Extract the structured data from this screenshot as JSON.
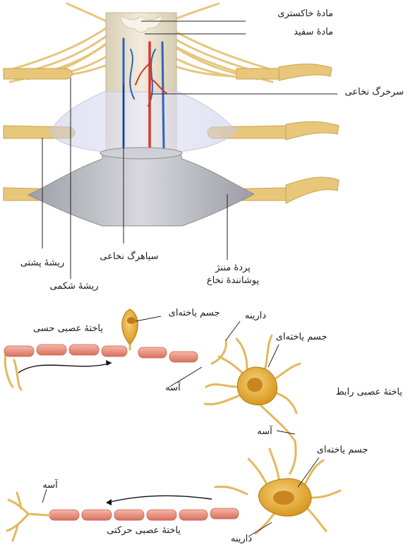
{
  "spinal_cord": {
    "gray_matter": "مادهٔ خاکستری",
    "white_matter": "مادهٔ سفید",
    "spinal_artery": "سرخرگ نخاعی",
    "dorsal_root": "ریشهٔ پشتی",
    "ventral_root": "ریشهٔ شکمی",
    "spinal_vein": "سیاهرگ نخاعی",
    "meninges_line1": "پردهٔ مننژ",
    "meninges_line2": "پوشانندهٔ نخاع"
  },
  "reflex_arc": {
    "sensory_cell_body": "جسم یاخته‌ای",
    "sensory_neuron": "یاختهٔ عصبی حسی",
    "dendrite_top": "دارینه",
    "interneuron_cell_body": "جسم یاخته‌ای",
    "axon_sensory": "آسه",
    "interneuron": "یاختهٔ عصبی رابط",
    "axon_interneuron": "آسه",
    "motor_cell_body": "جسم یاخته‌ای",
    "axon_motor": "آسه",
    "motor_neuron": "یاختهٔ عصبی حرکتی",
    "dendrite_bottom": "دارینه"
  },
  "colors": {
    "nerve": "#e8c77a",
    "nerve_dark": "#c9a24e",
    "cord": "#ece3cf",
    "artery": "#d63a2a",
    "vein": "#2f63b8",
    "meninges": "#b9b9c2",
    "myelin": "#e98e7c",
    "neuron_body": "#eab23a"
  }
}
